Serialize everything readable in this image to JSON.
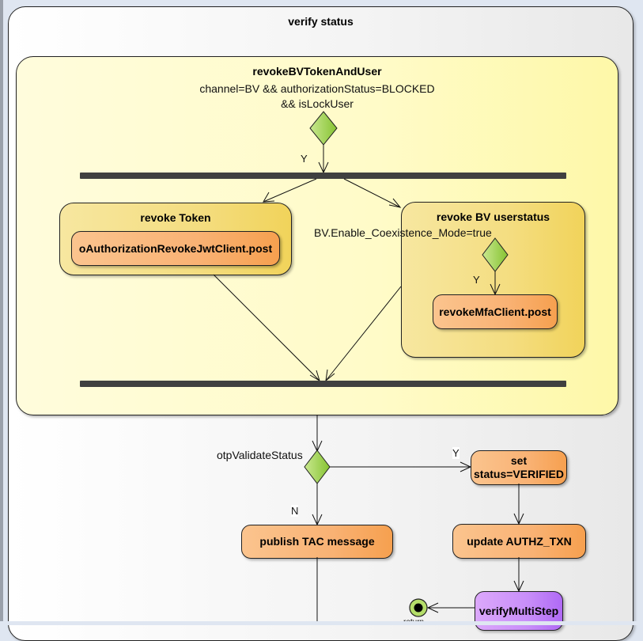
{
  "diagram": {
    "outer_activity": {
      "title": "verify status"
    },
    "region": {
      "title": "revokeBVTokenAndUser",
      "guard_line1": "channel=BV && authorizationStatus=BLOCKED",
      "guard_line2": "&& isLockUser",
      "decision_label": "Y"
    },
    "revoke_token": {
      "title": "revoke Token",
      "action": "oAuthorizationRevokeJwtClient.post"
    },
    "revoke_bv_userstatus": {
      "title": "revoke BV userstatus",
      "guard": "BV.Enable_Coexistence_Mode=true",
      "decision_label": "Y",
      "action": "revokeMfaClient.post"
    },
    "otp_decision": {
      "label": "otpValidateStatus",
      "yes_label": "Y",
      "no_label": "N"
    },
    "actions": {
      "set_status": "set status=VERIFIED",
      "publish_tac": "publish TAC message",
      "update_authz": "update AUTHZ_TXN",
      "verify_multistep": "verifyMultiStep"
    },
    "final_node": {
      "label": "return"
    },
    "colors": {
      "decision_fill": "#9fd24e",
      "action_fill": "#f9b274",
      "subactivity_fill": "#f4dd80",
      "region_fill": "#fffbc8",
      "call_action_fill": "#c88ef9",
      "fork_bar": "#404040"
    }
  }
}
